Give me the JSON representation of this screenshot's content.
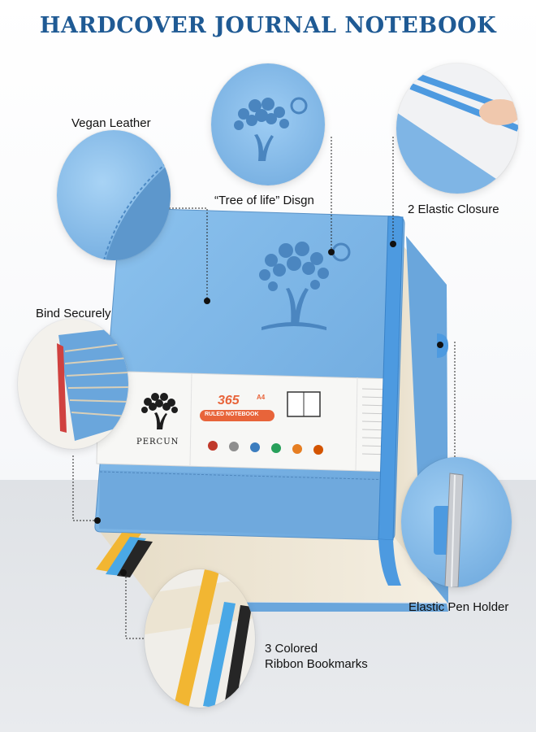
{
  "title": "HARDCOVER JOURNAL NOTEBOOK",
  "features": {
    "vegan_leather": "Vegan Leather",
    "tree_of_life": "“Tree of life” Disgn",
    "elastic_closure": "2 Elastic Closure",
    "bind_securely": "Bind Securely",
    "pen_holder": "Elastic Pen Holder",
    "bookmarks_line1": "3 Colored",
    "bookmarks_line2": "Ribbon Bookmarks"
  },
  "notebook": {
    "brand": "PERCUN",
    "count": "365",
    "size": "A4",
    "type": "RULED NOTEBOOK"
  },
  "colors": {
    "title": "#1f5a94",
    "cover": "#82b9e8",
    "cover_dark": "#5d97cc",
    "pages": "#efe7d6",
    "ribbon_yellow": "#f2b632",
    "ribbon_blue": "#4aa8e6",
    "ribbon_black": "#262626"
  }
}
